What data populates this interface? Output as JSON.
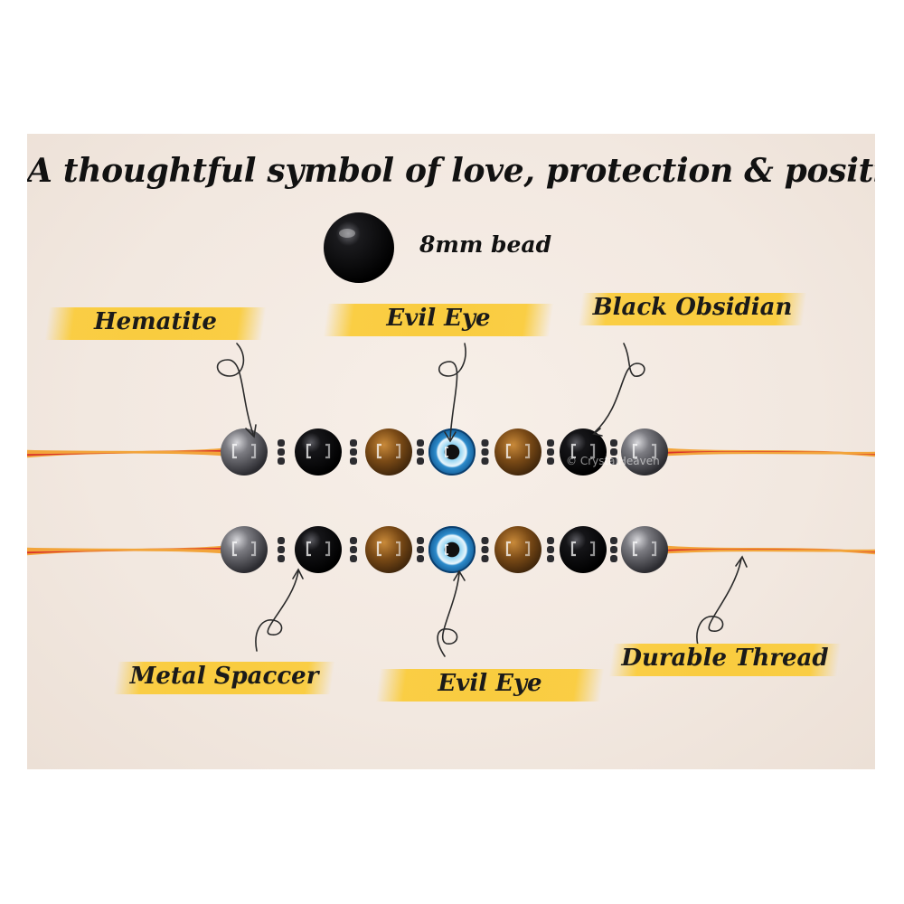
{
  "headline": "A thoughtful symbol of love, protection & positivity",
  "bead_size_label": "8mm bead",
  "labels": {
    "hematite": "Hematite",
    "evil_eye_top": "Evil Eye",
    "black_obsidian": "Black Obsidian",
    "metal_spacer": "Metal Spaccer",
    "evil_eye_bottom": "Evil Eye",
    "durable_thread": "Durable Thread"
  },
  "watermark": "© CrystalHeaven",
  "colors": {
    "tag": "#f9cc3f",
    "thread_orange": "#f2a43a",
    "thread_red": "#d9322a",
    "hematite": "#6f6f73",
    "obsidian": "#0d0d0f",
    "tiger_eye": "#8a5a1e",
    "evil_eye_blue": "#3aa0d8"
  },
  "bracelet_beads": [
    "hematite",
    "obsidian",
    "tiger-eye",
    "evil-eye",
    "tiger-eye",
    "obsidian",
    "hematite"
  ]
}
